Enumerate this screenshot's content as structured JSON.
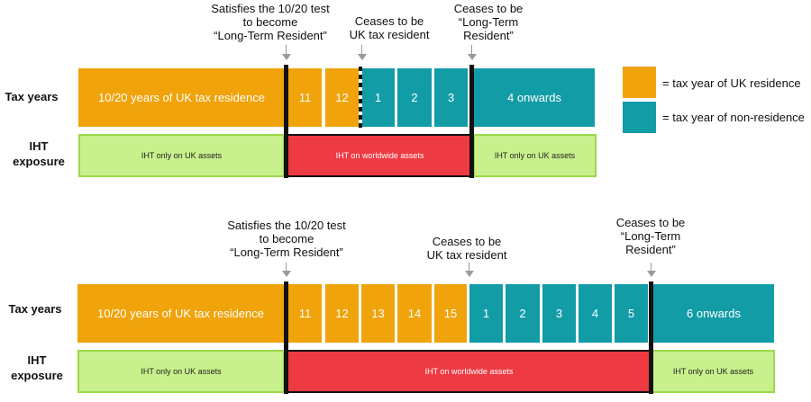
{
  "colors": {
    "uk_residence": "#F0A30A",
    "non_residence": "#129CA6",
    "iht_worldwide": "#EE3A43",
    "iht_uk_only": "#C8F08C"
  },
  "legend": {
    "uk_residence": "= tax year of UK residence",
    "non_residence": "= tax year of non-residence"
  },
  "top": {
    "row_tax_years": "Tax years",
    "row_iht": "IHT\nexposure",
    "callout_ltr": "Satisfies the 10/20 test\nto become\n“Long-Term Resident”",
    "callout_cease_uk": "Ceases to be\nUK tax resident",
    "callout_cease_ltr": "Ceases to be\n“Long-Term\nResident”",
    "years": {
      "first": "10/20 years of UK tax residence",
      "y11": "11",
      "y12": "12",
      "n1": "1",
      "n2": "2",
      "n3": "3",
      "onwards": "4 onwards"
    },
    "iht": {
      "before": "IHT only on UK assets",
      "during": "IHT on worldwide assets",
      "after": "IHT only on UK assets"
    }
  },
  "bottom": {
    "row_tax_years": "Tax years",
    "row_iht": "IHT\nexposure",
    "callout_ltr": "Satisfies the 10/20 test\nto become\n“Long-Term Resident”",
    "callout_cease_uk": "Ceases to be\nUK tax resident",
    "callout_cease_ltr": "Ceases to be\n“Long-Term\nResident”",
    "years": {
      "first": "10/20 years of UK tax residence",
      "y11": "11",
      "y12": "12",
      "y13": "13",
      "y14": "14",
      "y15": "15",
      "n1": "1",
      "n2": "2",
      "n3": "3",
      "n4": "4",
      "n5": "5",
      "onwards": "6 onwards"
    },
    "iht": {
      "before": "IHT only on UK assets",
      "during": "IHT on worldwide assets",
      "after": "IHT only on UK assets"
    }
  }
}
